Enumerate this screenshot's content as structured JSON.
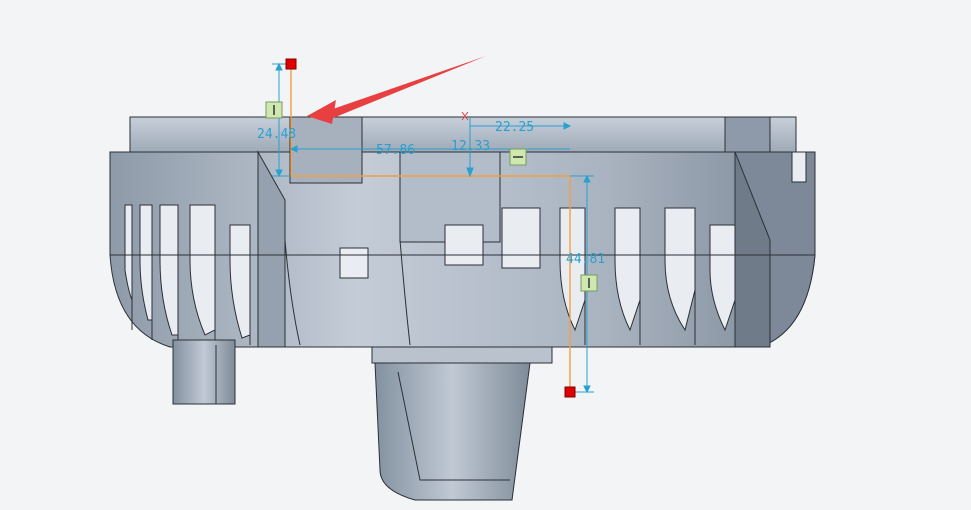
{
  "dimensions": {
    "height_left": "24.48",
    "length_horizontal": "57.86",
    "offset_small": "12.33",
    "width_top": "22.25",
    "height_right": "44.81"
  },
  "colors": {
    "background": "#f3f4f6",
    "part_light": "#b8c2cf",
    "part_mid": "#9aa6b4",
    "part_dark": "#6e7a88",
    "edge": "#2b3036",
    "dimension": "#2aa0cf",
    "sketch_line": "#f0a040",
    "handle": "#e00000",
    "annotation_arrow": "#e84040",
    "constraint": "#cfe8b0"
  },
  "icons": {
    "drag_handle": "red-square-drag-handle",
    "constraint_vertical": "vertical-constraint-icon",
    "constraint_horizontal": "horizontal-constraint-icon",
    "arrow": "red-annotation-arrow"
  }
}
